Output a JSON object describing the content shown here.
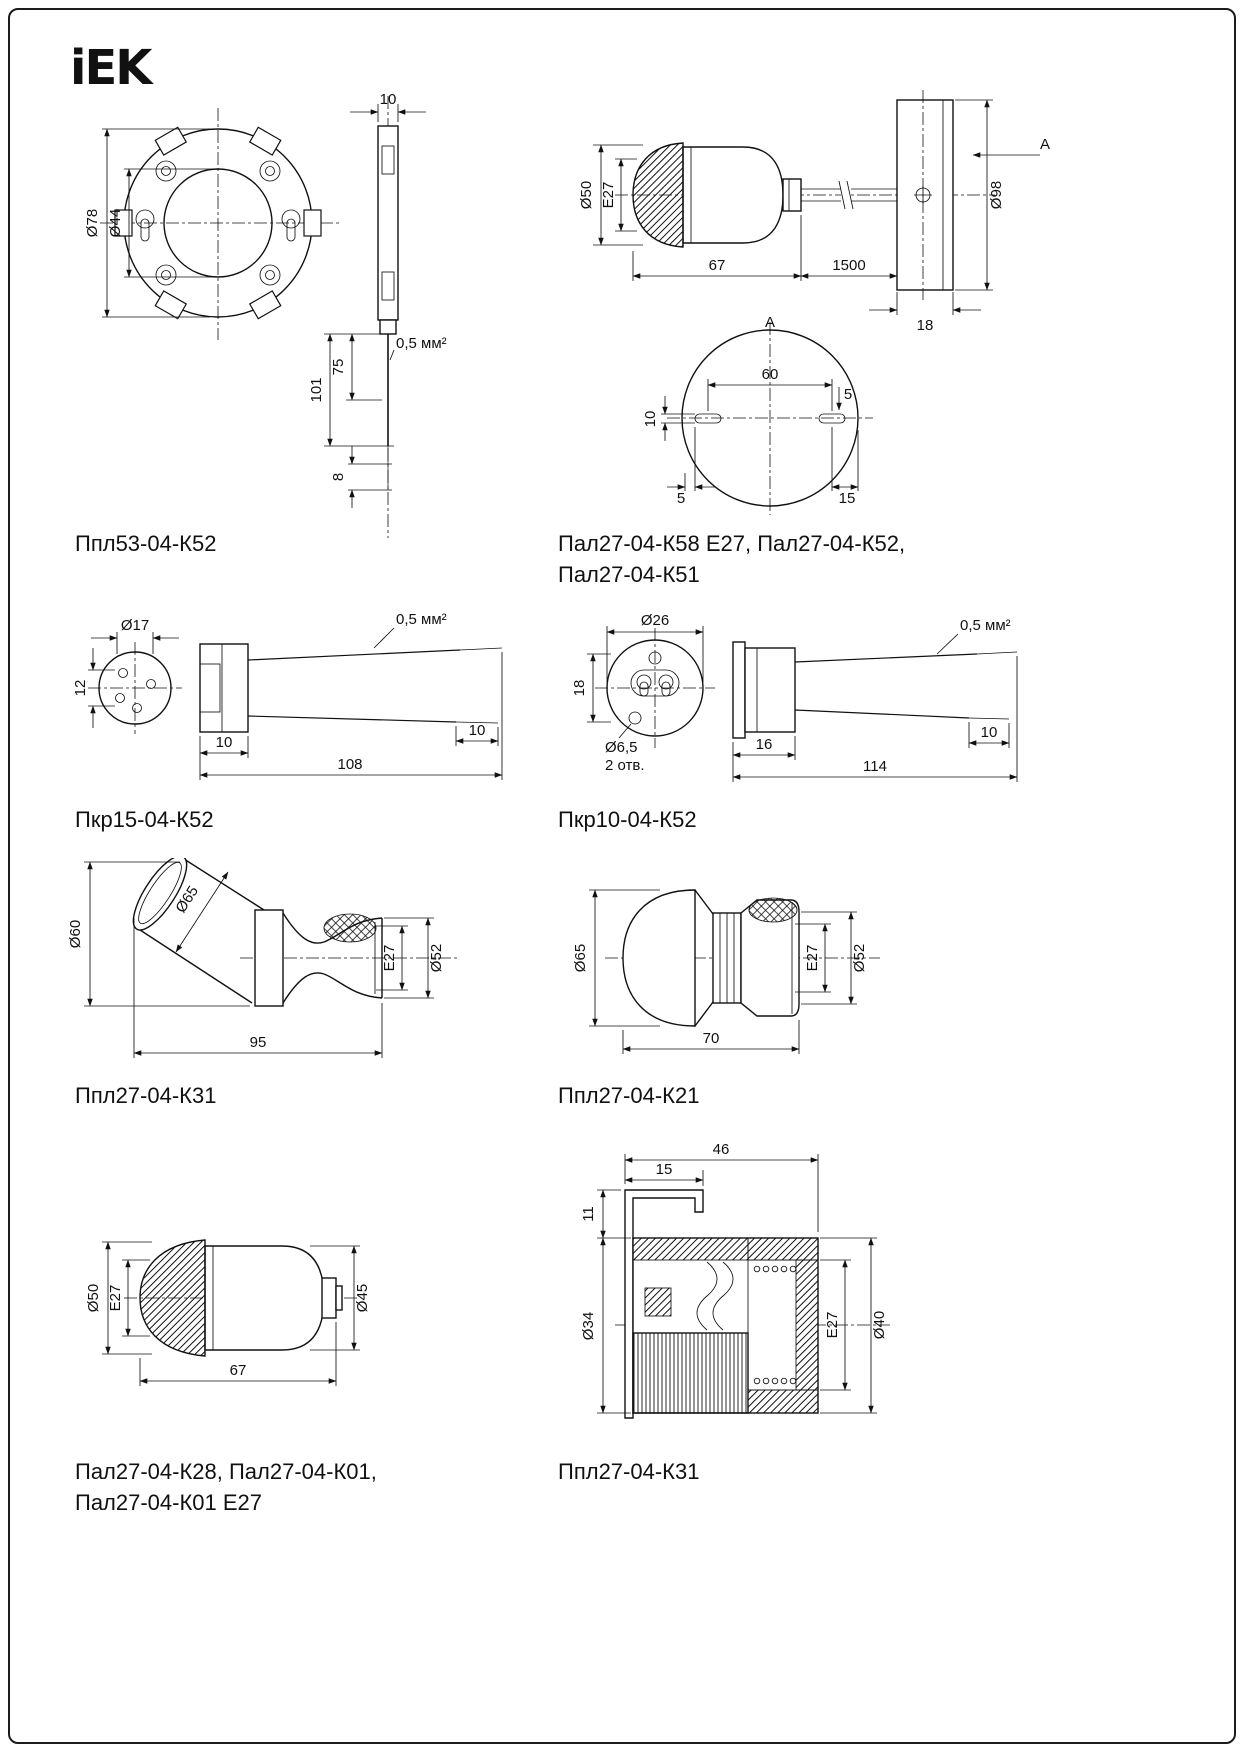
{
  "logo": "iEK",
  "drawings": {
    "d1": {
      "label": "Ппл53-04-К52",
      "dims": {
        "plate_w": "10",
        "outer": "Ø78",
        "inner": "Ø44",
        "wire_len": "75",
        "total_len": "101",
        "tip": "8",
        "wire_spec": "0,5 мм²"
      }
    },
    "d2": {
      "label1": "Пал27-04-К58 Е27, Пал27-04-К52,",
      "label2": "Пал27-04-К51",
      "dims": {
        "cap_d": "Ø50",
        "thread": "E27",
        "body_len": "67",
        "cable_len": "1500",
        "plate_d": "Ø98",
        "plate_w": "18",
        "view": "A",
        "view2": "A",
        "slot_span": "60",
        "s5a": "5",
        "slot_h": "10",
        "s5b": "5",
        "s15": "15"
      }
    },
    "d3": {
      "label": "Пкр15-04-К52",
      "dims": {
        "d": "Ø17",
        "h": "12",
        "body_w": "10",
        "total": "108",
        "tip": "10",
        "wire_spec": "0,5 мм²"
      }
    },
    "d4": {
      "label": "Пкр10-04-К52",
      "dims": {
        "d": "Ø26",
        "h": "18",
        "hole": "Ø6,5",
        "holes": "2 отв.",
        "body_w": "16",
        "total": "114",
        "tip": "10",
        "wire_spec": "0,5 мм²"
      }
    },
    "d5": {
      "label": "Ппл27-04-К31",
      "dims": {
        "d60": "Ø60",
        "d65": "Ø65",
        "thread": "E27",
        "d52": "Ø52",
        "len": "95"
      }
    },
    "d6": {
      "label": "Ппл27-04-К21",
      "dims": {
        "d65": "Ø65",
        "thread": "E27",
        "d52": "Ø52",
        "len": "70"
      }
    },
    "d7": {
      "label1": "Пал27-04-К28, Пал27-04-К01,",
      "label2": "Пал27-04-К01 Е27",
      "dims": {
        "d50": "Ø50",
        "thread": "E27",
        "d45": "Ø45",
        "len": "67"
      }
    },
    "d8": {
      "label": "Ппл27-04-К31",
      "dims": {
        "w46": "46",
        "w15": "15",
        "h11": "11",
        "d34": "Ø34",
        "thread": "E27",
        "d40": "Ø40"
      }
    }
  }
}
